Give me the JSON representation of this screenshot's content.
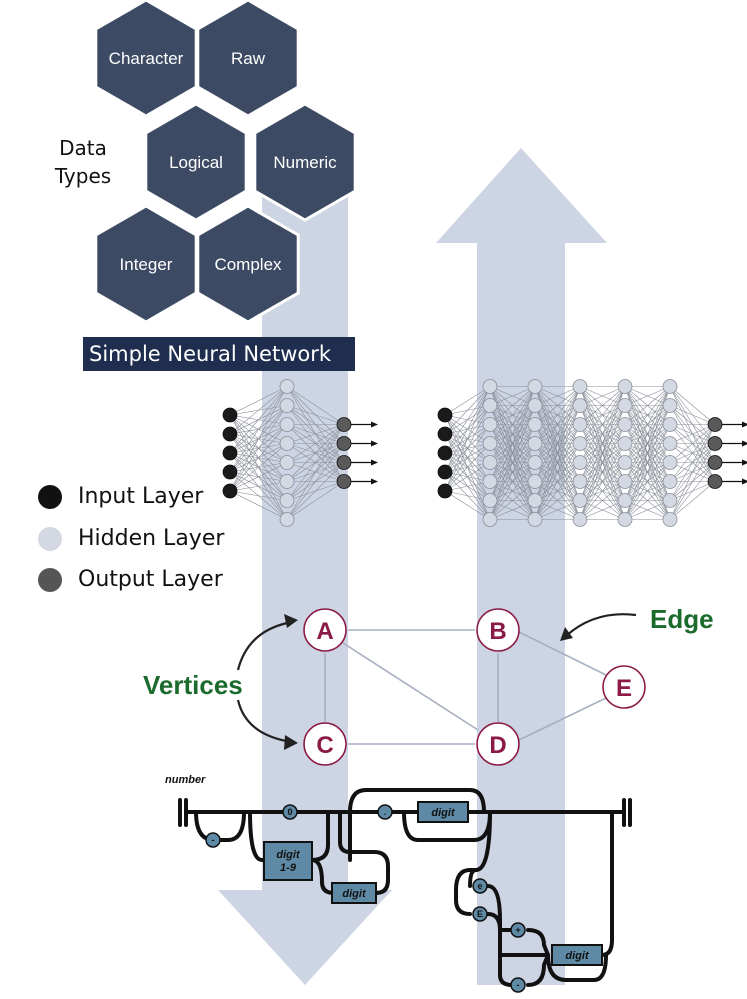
{
  "data_types": {
    "label": "Data\nTypes",
    "hexagons": [
      "Character",
      "Raw",
      "Logical",
      "Numeric",
      "Integer",
      "Complex"
    ],
    "color": "#3d4a63"
  },
  "banner": {
    "title": "Simple Neural Network"
  },
  "legend": [
    {
      "label": "Input Layer",
      "color": "#111111"
    },
    {
      "label": "Hidden Layer",
      "color": "#d3d8e2"
    },
    {
      "label": "Output Layer",
      "color": "#555555"
    }
  ],
  "graph": {
    "vertices": [
      "A",
      "B",
      "C",
      "D",
      "E"
    ],
    "vertices_label": "Vertices",
    "edge_label": "Edge",
    "label_color": "#1b6b2c",
    "vertex_color": "#8b1a46"
  },
  "railroad": {
    "title": "number",
    "zero": "0",
    "minus": "-",
    "dot": ".",
    "e_lower": "e",
    "e_upper": "E",
    "plus": "+",
    "minus2": "-",
    "digit19": "digit\n1-9",
    "digit": "digit"
  },
  "colors": {
    "arrow": "#cdd4e3",
    "railroad_box": "#5e8aa6"
  }
}
